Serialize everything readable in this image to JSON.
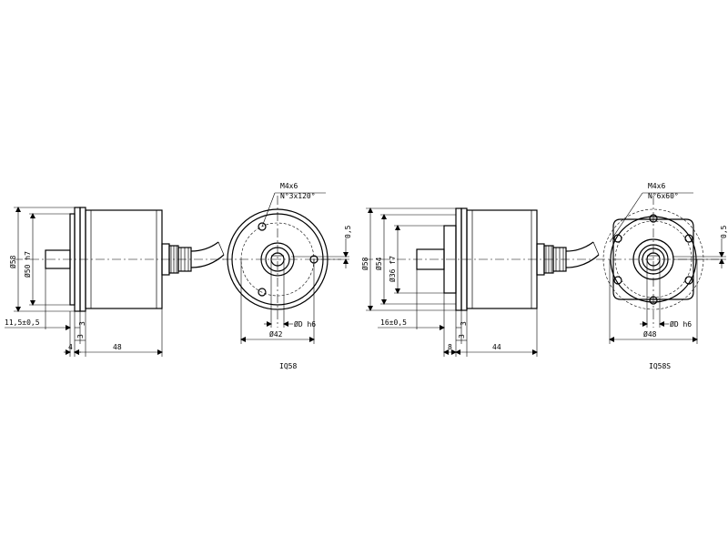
{
  "drawings": {
    "iq58": {
      "caption": "IQ58",
      "side": {
        "dia_housing": "Ø58",
        "dia_spigot": "Ø50 h7",
        "dim_shaft": "11,5±0,5",
        "dim_flange": "3",
        "dim_flange2": "3",
        "dim_spigot": "4",
        "dim_body": "48"
      },
      "front": {
        "thread": "M4x6",
        "pattern": "N°3x120°",
        "offset": "0,5",
        "shaft_dia": "ØD h6",
        "pitch_dia": "Ø42"
      }
    },
    "iq58s": {
      "caption": "IQ58S",
      "side": {
        "dia_housing": "Ø58",
        "dia_flange": "Ø54",
        "dia_spigot": "Ø36 f7",
        "dim_shaft": "16±0,5",
        "dim_flange": "3",
        "dim_flange2": "3",
        "dim_spigot": "8",
        "dim_body": "44"
      },
      "front": {
        "thread": "M4x6",
        "pattern": "N°6x60°",
        "offset": "0,5",
        "shaft_dia": "ØD h6",
        "pitch_dia": "Ø48"
      }
    }
  }
}
